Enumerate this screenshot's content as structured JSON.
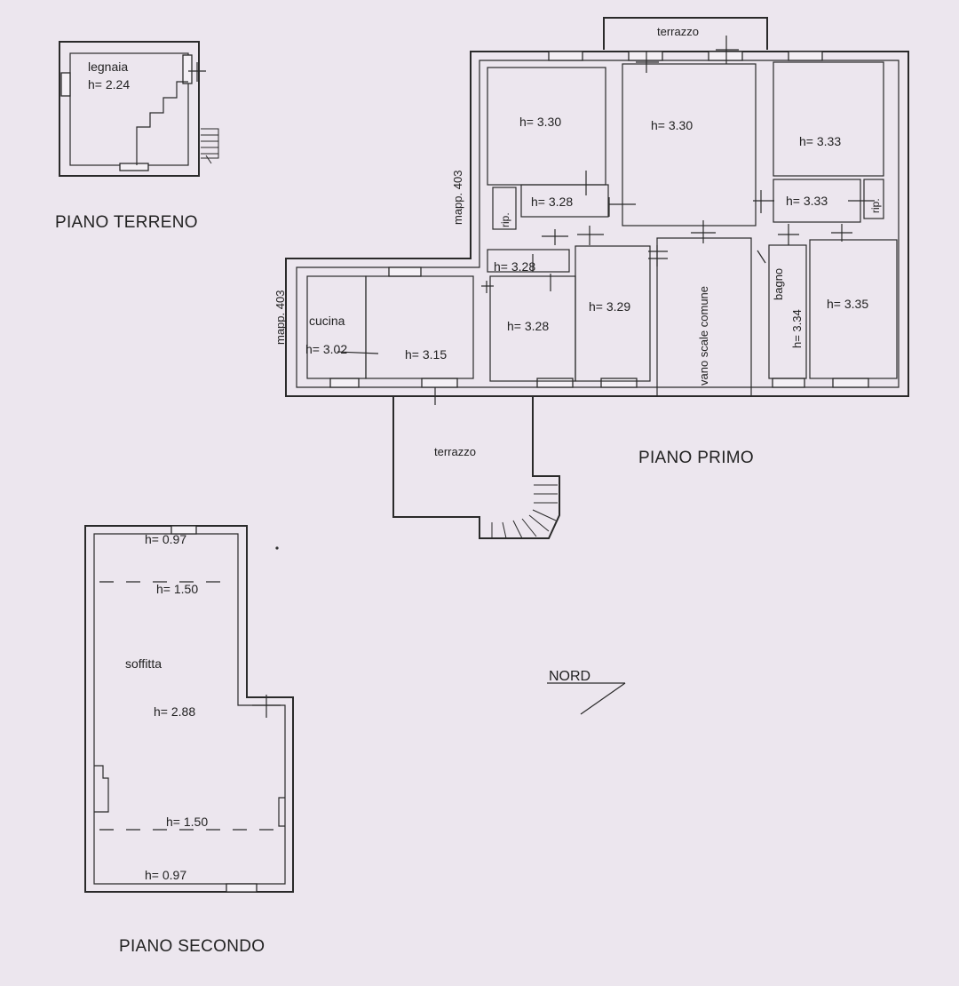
{
  "floors": {
    "terreno": {
      "title": "PIANO TERRENO",
      "legnaia": "legnaia",
      "h_legnaia": "h= 2.24"
    },
    "primo": {
      "title": "PIANO PRIMO",
      "terrazzo_top": "terrazzo",
      "terrazzo_bottom": "terrazzo",
      "mapp_upper": "mapp. 403",
      "mapp_lower": "mapp. 403",
      "cucina": "cucina",
      "bagno": "bagno",
      "vano_scale": "vano scale comune",
      "rip_left": "rip.",
      "rip_right": "rip.",
      "heights": {
        "room1": "h= 3.30",
        "room2": "h= 3.30",
        "room3": "h= 3.33",
        "corr_left": "h= 3.28",
        "corr_right": "h= 3.33",
        "small": "h= 3.28",
        "room4": "h= 3.28",
        "room5": "h= 3.29",
        "cucina": "h= 3.02",
        "soggiorno": "h= 3.15",
        "bagno": "h= 3.34",
        "room6": "h= 3.35"
      }
    },
    "secondo": {
      "title": "PIANO SECONDO",
      "soffitta": "soffitta",
      "h_top": "h= 0.97",
      "h_upper": "h= 1.50",
      "h_mid": "h= 2.88",
      "h_lower": "h= 1.50",
      "h_bottom": "h= 0.97"
    }
  },
  "compass": {
    "label": "NORD"
  }
}
